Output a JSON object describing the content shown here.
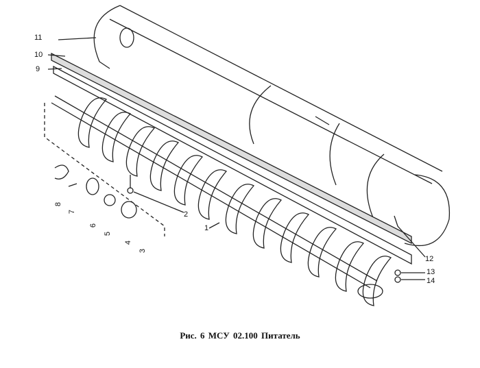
{
  "caption": "Рис. 6   МСУ 02.100   Питатель",
  "callouts": [
    "1",
    "2",
    "3",
    "4",
    "5",
    "6",
    "7",
    "8",
    "9",
    "10",
    "11",
    "12",
    "13",
    "14"
  ]
}
